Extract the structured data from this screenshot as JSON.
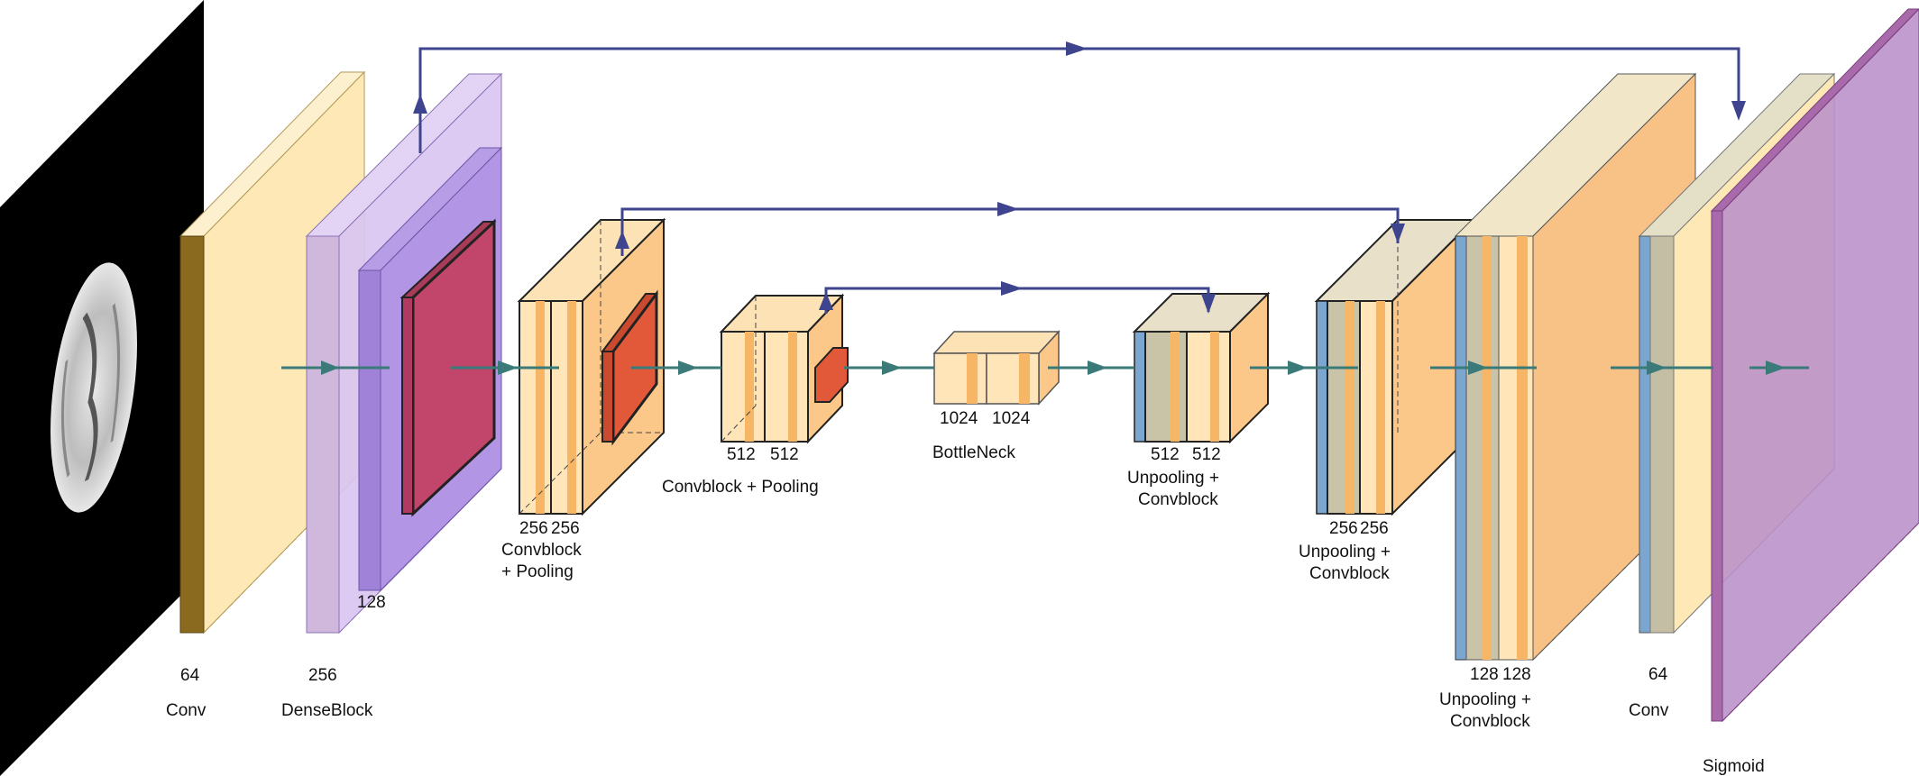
{
  "colors": {
    "conv": "#fde8b6",
    "conv_dark": "#7b5e18",
    "dense": "#cdb6ec",
    "dense_mid": "#a58ae0",
    "pool_red": "#c2456b",
    "block": "#ffe4b0",
    "block_band": "#f7b566",
    "pool_orange": "#e2593a",
    "unpool_blue": "#7aa6cf",
    "sigmoid": "#b98fc9",
    "skip": "#3e448e",
    "flow": "#3a7a79"
  },
  "input": {
    "image_label": ""
  },
  "labels": {
    "conv1_ch": "64",
    "conv1_name": "Conv",
    "dense_ch": "256",
    "dense_name": "DenseBlock",
    "dense_inner_ch": "128",
    "enc1_ch_a": "256",
    "enc1_ch_b": "256",
    "enc1_name_1": "Convblock",
    "enc1_name_2": "+ Pooling",
    "enc2_ch_a": "512",
    "enc2_ch_b": "512",
    "enc2_name": "Convblock + Pooling",
    "bott_ch_a": "1024",
    "bott_ch_b": "1024",
    "bott_name": "BottleNeck",
    "dec1_ch_a": "512",
    "dec1_ch_b": "512",
    "dec1_name_1": "Unpooling +",
    "dec1_name_2": "Convblock",
    "dec2_ch_a": "256",
    "dec2_ch_b": "256",
    "dec2_name_1": "Unpooling +",
    "dec2_name_2": "Convblock",
    "dec3_ch_a": "128",
    "dec3_ch_b": "128",
    "dec3_name_1": "Unpooling +",
    "dec3_name_2": "Convblock",
    "conv2_ch": "64",
    "conv2_name": "Conv",
    "sigmoid_name": "Sigmoid"
  }
}
